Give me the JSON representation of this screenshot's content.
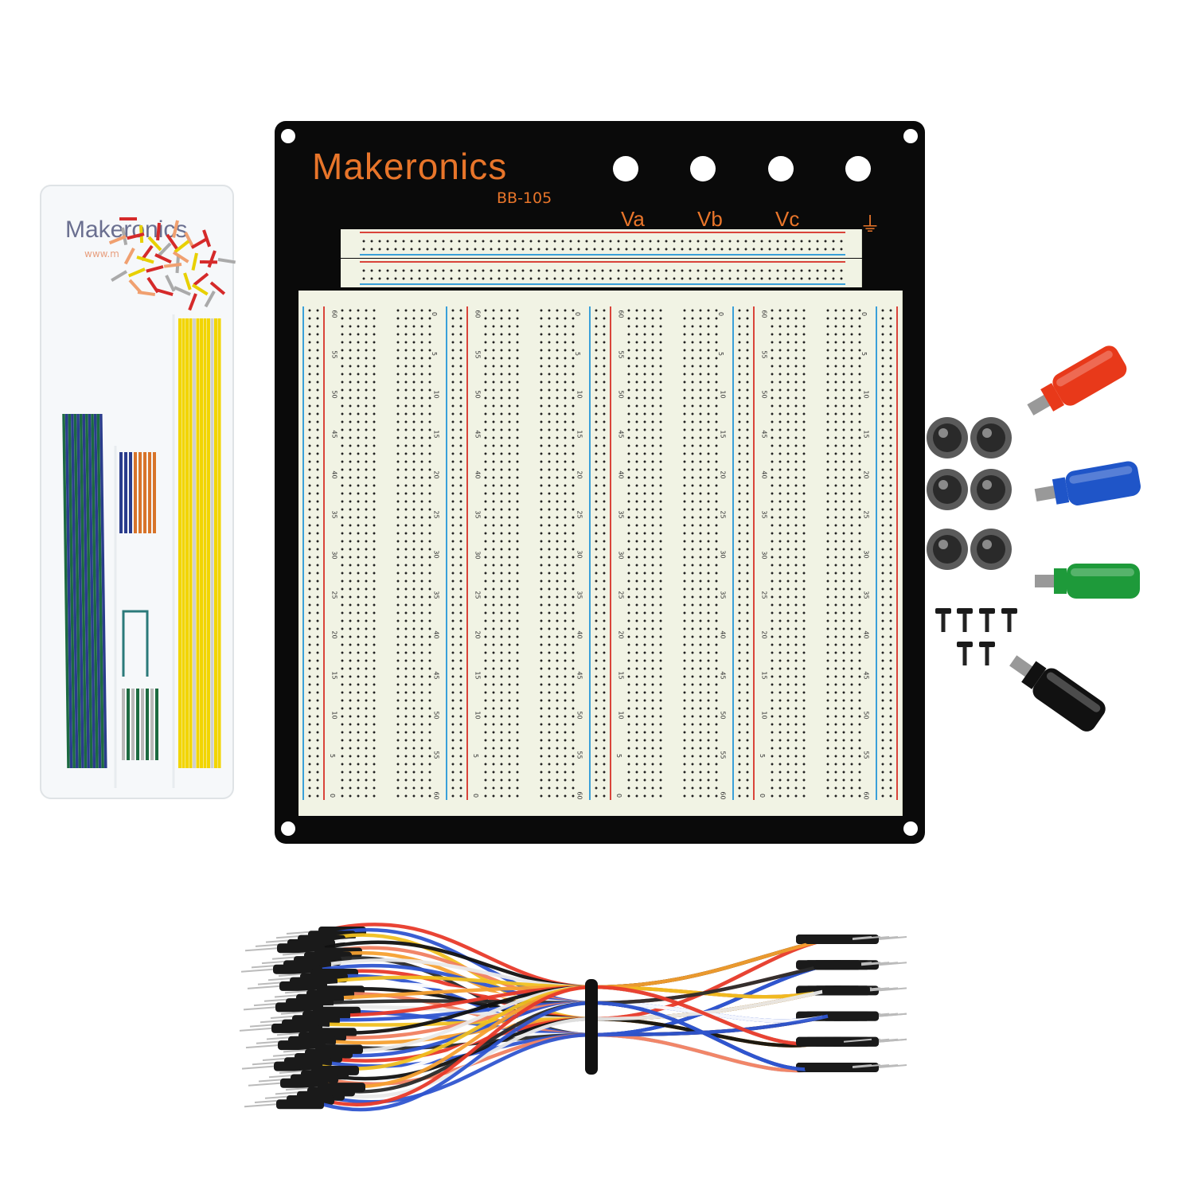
{
  "brand": "Makeronics",
  "model": "BB-105",
  "terminals": [
    "Va",
    "Vb",
    "Vc"
  ],
  "ground_symbol": "⏚",
  "box": {
    "brand": "Makeronics",
    "url": "www.m"
  },
  "row_numbers": [
    "0",
    "5",
    "10",
    "15",
    "20",
    "25",
    "30",
    "35",
    "40",
    "45",
    "50",
    "55",
    "60"
  ],
  "colors": {
    "plate": "#0a0a0a",
    "brand": "#e8752a",
    "board": "#f1f3e4",
    "rail_red": "#d9443a",
    "rail_blue": "#3aa0d9"
  },
  "binding_posts": [
    {
      "color": "#e8391a"
    },
    {
      "color": "#1f55c8"
    },
    {
      "color": "#1e9a3a"
    },
    {
      "color": "#111111"
    }
  ]
}
